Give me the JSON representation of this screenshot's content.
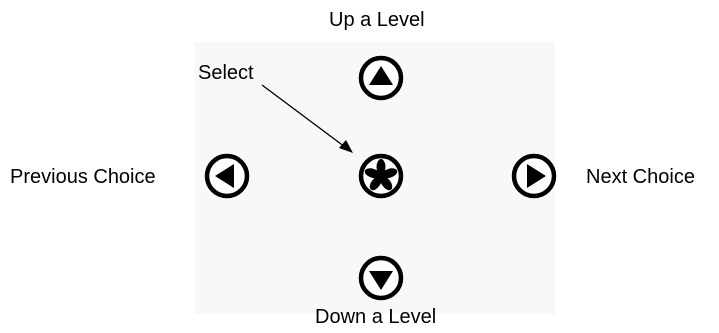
{
  "labels": {
    "up": "Up a Level",
    "select": "Select",
    "previous": "Previous Choice",
    "next": "Next Choice",
    "down": "Down a Level"
  },
  "icons": {
    "up": "triangle-up-icon",
    "select": "asterisk-select-icon",
    "previous": "triangle-left-icon",
    "next": "triangle-right-icon",
    "down": "triangle-down-icon"
  },
  "colors": {
    "icon": "#000000",
    "background": "#f8f8f8"
  }
}
